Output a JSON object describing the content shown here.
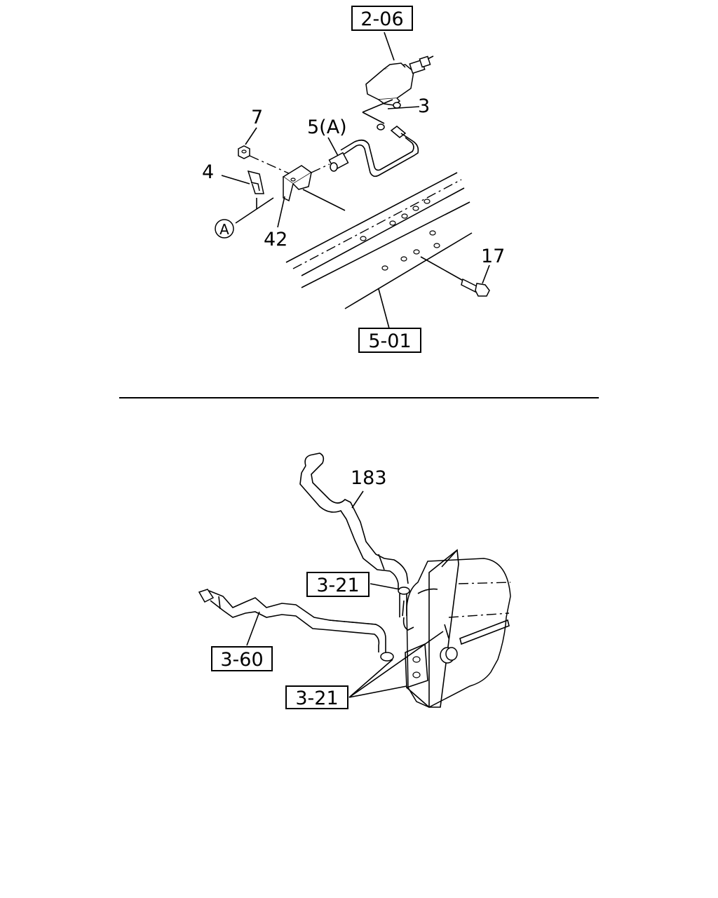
{
  "top_diagram": {
    "ref_2_06": "2-06",
    "ref_5_01": "5-01",
    "part_3": "3",
    "part_7": "7",
    "part_5a": "5(A)",
    "part_4": "4",
    "part_a_circle": "A",
    "part_42": "42",
    "part_17": "17"
  },
  "bottom_diagram": {
    "part_183": "183",
    "ref_3_21_top": "3-21",
    "ref_3_60": "3-60",
    "ref_3_21_bottom": "3-21"
  }
}
